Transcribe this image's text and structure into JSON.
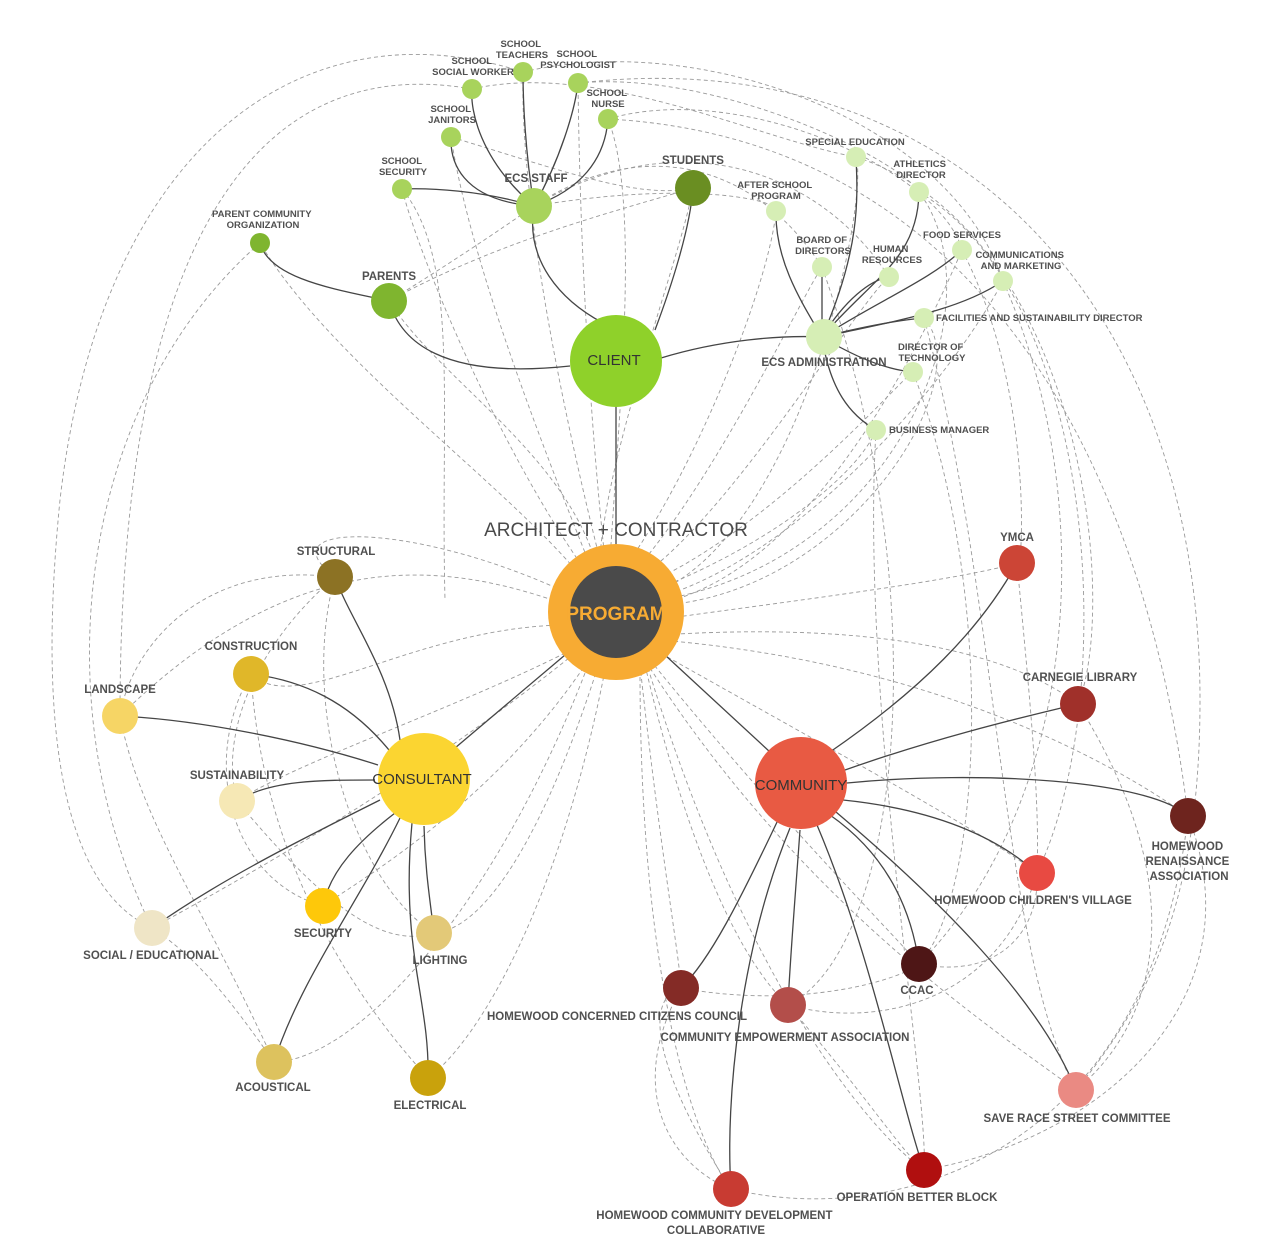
{
  "colors": {
    "client": "#8fd12a",
    "client_dark": "#6a8e22",
    "client_mid": "#7fb52f",
    "client_light": "#a8d35c",
    "client_pale": "#d6eeb5",
    "program_ring": "#f7ab33",
    "program_core": "#4a4a4a",
    "program_text": "#f7ab33",
    "consultant": "#fbd531",
    "community": "#e85a43"
  },
  "header": {
    "title": "ARCHITECT + CONTRACTOR"
  },
  "hubs": {
    "program": "PROGRAM",
    "client": "CLIENT",
    "consultant": "CONSULTANT",
    "community": "COMMUNITY"
  },
  "client_group": {
    "ecs_staff": "ECS STAFF",
    "students": "STUDENTS",
    "parents": "PARENTS",
    "parent_community_org": [
      "PARENT COMMUNITY",
      "ORGANIZATION"
    ],
    "ecs_admin": "ECS ADMINISTRATION",
    "staff_members": {
      "social_worker": [
        "SCHOOL",
        "SOCIAL WORKER"
      ],
      "teachers": [
        "SCHOOL",
        "TEACHERS"
      ],
      "psychologist": [
        "SCHOOL",
        "PSYCHOLOGIST"
      ],
      "nurse": [
        "SCHOOL",
        "NURSE"
      ],
      "janitors": [
        "SCHOOL",
        "JANITORS"
      ],
      "security": [
        "SCHOOL",
        "SECURITY"
      ]
    },
    "admin_members": {
      "special_education": "SPECIAL EDUCATION",
      "athletics": [
        "ATHLETICS",
        "DIRECTOR"
      ],
      "after_school": [
        "AFTER SCHOOL",
        "PROGRAM"
      ],
      "board": [
        "BOARD OF",
        "DIRECTORS"
      ],
      "hr": [
        "HUMAN",
        "RESOURCES"
      ],
      "food": "FOOD SERVICES",
      "comms": [
        "COMMUNICATIONS",
        "AND MARKETING"
      ],
      "facilities": "FACILITIES AND SUSTAINABILITY DIRECTOR",
      "technology": [
        "DIRECTOR OF",
        "TECHNOLOGY"
      ],
      "business": "BUSINESS MANAGER"
    }
  },
  "consultant_group": {
    "structural": "STRUCTURAL",
    "construction": "CONSTRUCTION",
    "landscape": "LANDSCAPE",
    "sustainability": "SUSTAINABILITY",
    "social": "SOCIAL / EDUCATIONAL",
    "security": "SECURITY",
    "lighting": "LIGHTING",
    "acoustical": "ACOUSTICAL",
    "electrical": "ELECTRICAL"
  },
  "community_group": {
    "ymca": "YMCA",
    "carnegie": "CARNEGIE LIBRARY",
    "renaissance": [
      "HOMEWOOD",
      "RENAISSANCE",
      "ASSOCIATION"
    ],
    "childrens_village": "HOMEWOOD CHILDREN'S VILLAGE",
    "ccac": "CCAC",
    "concerned": "HOMEWOOD CONCERNED CITIZENS COUNCIL",
    "empowerment": "COMMUNITY EMPOWERMENT ASSOCIATION",
    "save_race": "SAVE RACE STREET COMMITTEE",
    "obb": "OPERATION BETTER BLOCK",
    "hcdc": [
      "HOMEWOOD COMMUNITY DEVELOPMENT",
      "COLLABORATIVE"
    ]
  }
}
